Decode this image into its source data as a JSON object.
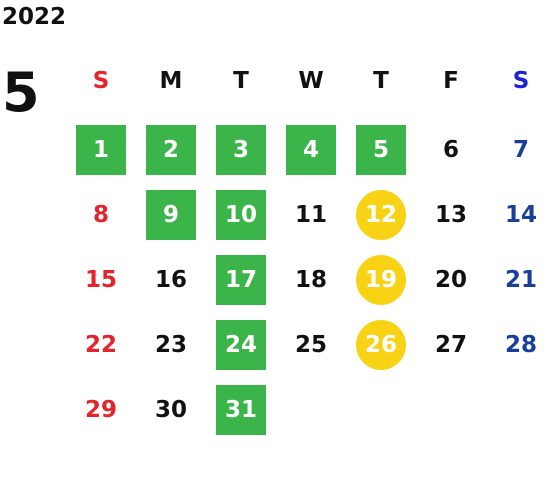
{
  "calendar": {
    "year": "2022",
    "month": "5",
    "weekdays": [
      "S",
      "M",
      "T",
      "W",
      "T",
      "F",
      "S"
    ],
    "weekday_colors": [
      "#e8232b",
      "#111111",
      "#111111",
      "#111111",
      "#111111",
      "#111111",
      "#1c22d6"
    ],
    "day_colors": {
      "sun": "#e3242b",
      "sat": "#1a3f9a",
      "weekday": "#111111"
    },
    "highlight_colors": {
      "green": "#3bb44a",
      "yellow": "#f7d215"
    },
    "start_weekday": 0,
    "days": [
      {
        "d": "1",
        "hl": "green"
      },
      {
        "d": "2",
        "hl": "green"
      },
      {
        "d": "3",
        "hl": "green"
      },
      {
        "d": "4",
        "hl": "green"
      },
      {
        "d": "5",
        "hl": "green"
      },
      {
        "d": "6",
        "hl": null
      },
      {
        "d": "7",
        "hl": null
      },
      {
        "d": "8",
        "hl": null
      },
      {
        "d": "9",
        "hl": "green"
      },
      {
        "d": "10",
        "hl": "green"
      },
      {
        "d": "11",
        "hl": null
      },
      {
        "d": "12",
        "hl": "yellow"
      },
      {
        "d": "13",
        "hl": null
      },
      {
        "d": "14",
        "hl": null
      },
      {
        "d": "15",
        "hl": null
      },
      {
        "d": "16",
        "hl": null
      },
      {
        "d": "17",
        "hl": "green"
      },
      {
        "d": "18",
        "hl": null
      },
      {
        "d": "19",
        "hl": "yellow"
      },
      {
        "d": "20",
        "hl": null
      },
      {
        "d": "21",
        "hl": null
      },
      {
        "d": "22",
        "hl": null
      },
      {
        "d": "23",
        "hl": null
      },
      {
        "d": "24",
        "hl": "green"
      },
      {
        "d": "25",
        "hl": null
      },
      {
        "d": "26",
        "hl": "yellow"
      },
      {
        "d": "27",
        "hl": null
      },
      {
        "d": "28",
        "hl": null
      },
      {
        "d": "29",
        "hl": null
      },
      {
        "d": "30",
        "hl": null
      },
      {
        "d": "31",
        "hl": "green"
      }
    ]
  }
}
